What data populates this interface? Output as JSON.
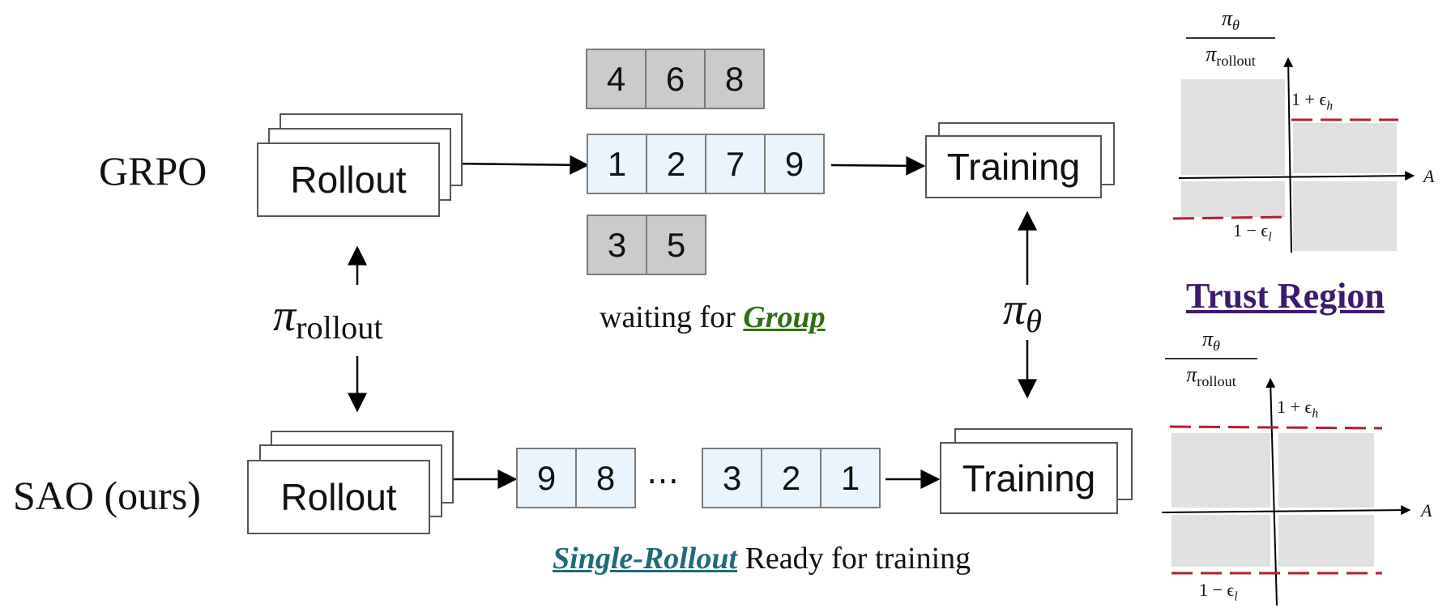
{
  "rows": {
    "grpo": {
      "label": "GRPO",
      "rollout_label": "Rollout",
      "training_label": "Training",
      "buffer_top": [
        "4",
        "6",
        "8"
      ],
      "buffer_main": [
        "1",
        "2",
        "7",
        "9"
      ],
      "buffer_bottom": [
        "3",
        "5"
      ],
      "caption_prefix": "waiting for ",
      "caption_keyword": "Group"
    },
    "sao": {
      "label": "SAO (ours)",
      "rollout_label": "Rollout",
      "training_label": "Training",
      "buffer_left": [
        "9",
        "8"
      ],
      "ellipsis": "⋯",
      "buffer_right": [
        "3",
        "2",
        "1"
      ],
      "caption_keyword": "Single-Rollout",
      "caption_suffix": " Ready for training"
    }
  },
  "policies": {
    "rollout": {
      "symbol": "π",
      "subscript": "rollout"
    },
    "theta": {
      "symbol": "π",
      "subscript": "θ"
    }
  },
  "trust_region": {
    "title": "Trust Region",
    "numerator_symbol": "π",
    "numerator_sub": "θ",
    "denominator_symbol": "π",
    "denominator_sub": "rollout",
    "x_axis_label": "A",
    "upper_bound": "1 + ϵ",
    "upper_bound_sub": "h",
    "lower_bound": "1 − ϵ",
    "lower_bound_sub": "l"
  },
  "colors": {
    "buffer_blue": "#eaf4fd",
    "buffer_gray": "#cbcbcb",
    "group_keyword": "#2f6f13",
    "single_keyword": "#1f6b78",
    "trust_region_title": "#3c1a6e",
    "clip_line": "#b3202f",
    "region_fill": "#e0e0e0"
  }
}
